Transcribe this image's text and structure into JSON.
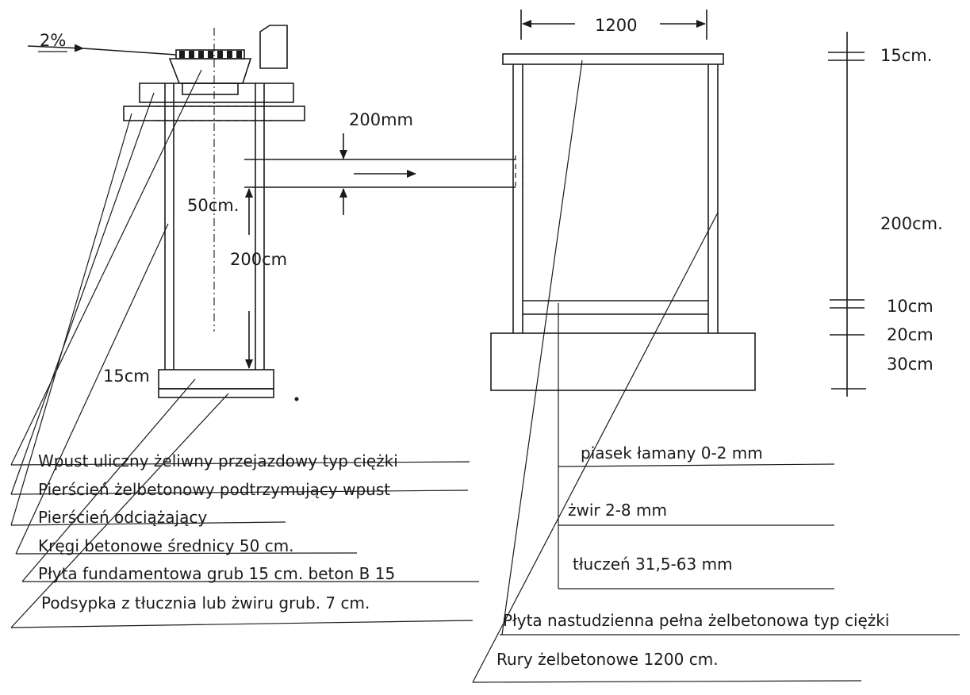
{
  "slope_label": "2%",
  "inlet_dims": {
    "pipe_diameter": "200mm",
    "ring_diameter": "50cm.",
    "shaft_height": "200cm",
    "slab_thickness": "15cm"
  },
  "well_dims": {
    "width": "1200",
    "levels": [
      "15cm.",
      "200cm.",
      "10cm",
      "20cm",
      "30cm"
    ]
  },
  "inlet_legend": [
    "Wpust uliczny żeliwny przejazdowy typ ciężki",
    "Pierścień żelbetonowy podtrzymujący wpust",
    "Pierścień odciążający",
    "Kręgi betonowe średnicy 50 cm.",
    "Płyta fundamentowa  grub 15 cm. beton B 15",
    "Podsypka z tłucznia lub żwiru grub. 7 cm."
  ],
  "well_legend": {
    "layers": [
      "piasek łamany 0-2 mm",
      "żwir 2-8 mm",
      "tłuczeń 31,5-63 mm"
    ],
    "cover_slab": "Płyta nastudzienna pełna żelbetonowa typ ciężki",
    "pipes": "Rury żelbetonowe  1200 cm."
  }
}
